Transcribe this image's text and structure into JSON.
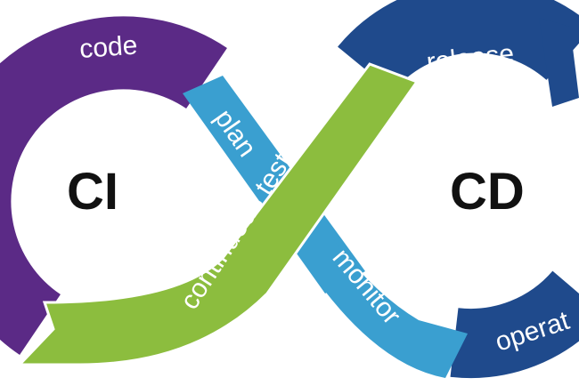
{
  "diagram": {
    "left_loop": {
      "title": "CI",
      "stages": [
        "code"
      ]
    },
    "right_loop": {
      "title": "CD",
      "stages": [
        "release",
        "operat"
      ]
    },
    "crossing": {
      "plan": "plan",
      "testing": "continuous testing",
      "monitor": "monitor"
    }
  },
  "colors": {
    "code": "#5b2a86",
    "testing": "#8cbd3e",
    "plan": "#3a9fd0",
    "monitor": "#3a9fd0",
    "release": "#1f4a8c",
    "operate": "#1f4a8c",
    "title": "#111111"
  }
}
